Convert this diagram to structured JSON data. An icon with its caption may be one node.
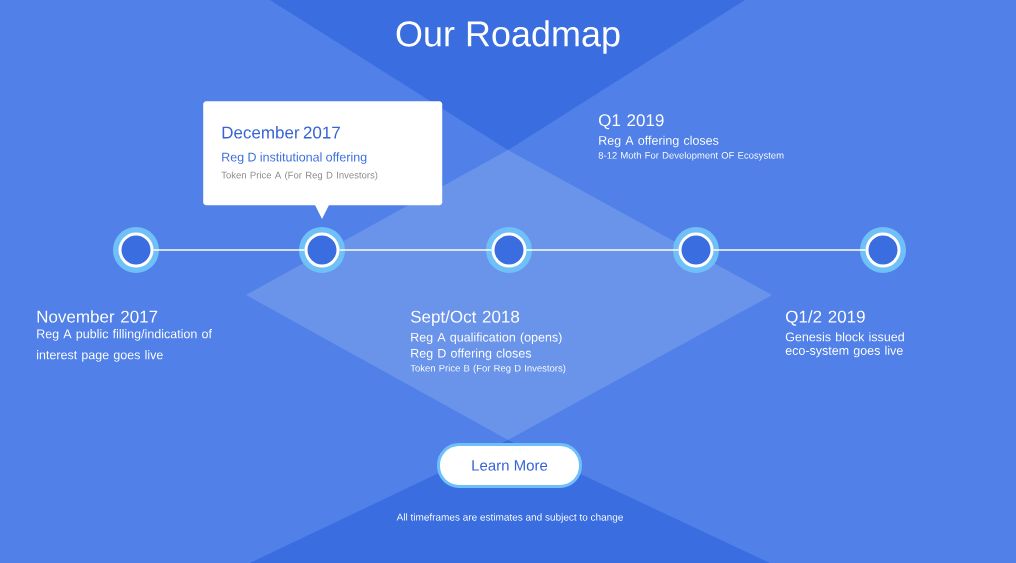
{
  "diagram": {
    "title": "Our Roadmap",
    "nodes": [
      {
        "text": [],
        "shape": "circle",
        "beside": [
          "November 2017",
          "Reg A public filling/indication of interest page goes live"
        ]
      },
      {
        "text": [],
        "shape": "circle"
      },
      {
        "text": [],
        "shape": "circle",
        "beside": [
          "Sept/Oct 2018",
          "Reg A qualification (opens)",
          "Reg D offering closes",
          "Token Price B (For Reg D Investors)"
        ]
      },
      {
        "text": [],
        "shape": "circle",
        "beside": [
          "Q1 2019",
          "Reg A offering closes",
          "8-12 Moth For Development OF Ecosystem"
        ]
      },
      {
        "text": [],
        "shape": "circle",
        "beside": [
          "Q1/2 2019",
          "Genesis block issued",
          "eco-system goes live"
        ]
      },
      {
        "text": [
          "December 2017",
          "Reg D institutional offering",
          "Token Price A (For Reg D Investors)"
        ]
      },
      {
        "text": [
          "Learn More"
        ]
      }
    ],
    "edges": [
      {
        "from": 0,
        "to": 1,
        "arrow": "none"
      },
      {
        "from": 1,
        "to": 2,
        "arrow": "none"
      },
      {
        "from": 2,
        "to": 3,
        "arrow": "none"
      },
      {
        "from": 3,
        "to": 4,
        "arrow": "none"
      }
    ],
    "labels": [
      "All timeframes are estimates and subject to change"
    ]
  }
}
